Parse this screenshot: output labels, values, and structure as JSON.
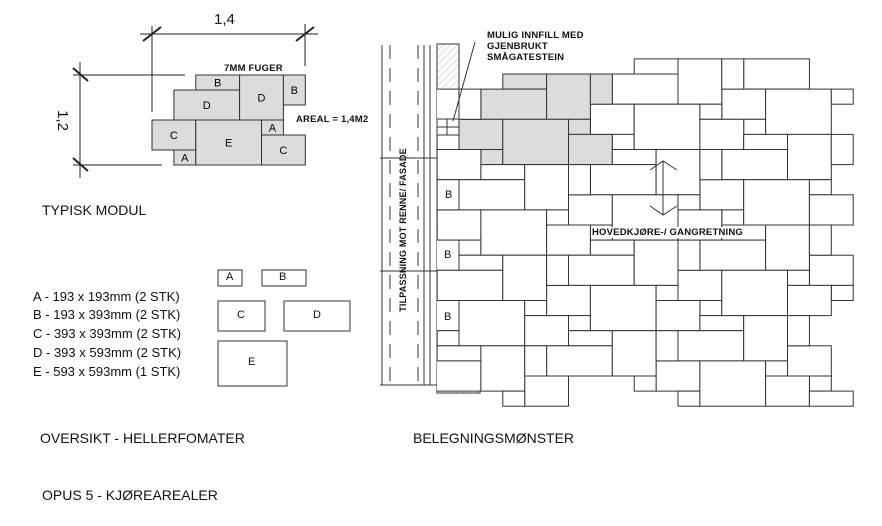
{
  "dimension": {
    "width": "1,4",
    "height": "1,2"
  },
  "module": {
    "joint_note": "7MM FUGER",
    "area_note": "AREAL = 1,4M2",
    "piece_labels": [
      "B",
      "D",
      "D",
      "B",
      "C",
      "A",
      "E",
      "A",
      "C"
    ],
    "title": "TYPISK MODUL"
  },
  "legend": {
    "items": [
      "A - 193 x 193mm (2 STK)",
      "B - 193 x 393mm (2 STK)",
      "C - 393 x 393mm (2 STK)",
      "D - 393 x 593mm (2 STK)",
      "E - 593 x 593mm (1 STK)"
    ],
    "samples": [
      "A",
      "B",
      "C",
      "D",
      "E"
    ],
    "title": "OVERSIKT - HELLERFOMATER"
  },
  "pattern": {
    "infill_note": [
      "MULIG INNFILL MED",
      "GJENBRUKT",
      "SMÅGATESTEIN"
    ],
    "edge_label": "TILPASSNING MOT RENNE/ FASADE",
    "edge_pieces": [
      "B",
      "B",
      "B"
    ],
    "direction_label": "HOVEDKJØRE-/ GANGRETNING",
    "title": "BELEGNINGSMØNSTER"
  },
  "footer_title": "OPUS 5 - KJØREAREALER",
  "colors": {
    "line": "#333333",
    "fill_gray": "#dcdcdc"
  }
}
